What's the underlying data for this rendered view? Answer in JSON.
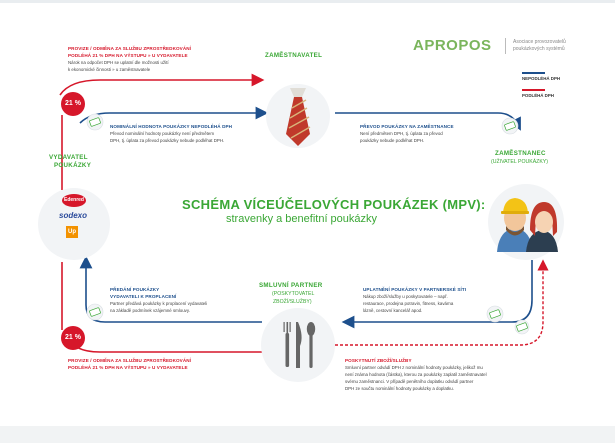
{
  "logo": {
    "name": "APROPOS",
    "subtitle_line1": "Asociace provozovatelů",
    "subtitle_line2": "poukázkových systémů"
  },
  "legend": {
    "net_label": "NEPODLÉHÁ DPH",
    "vat_label": "PODLÉHÁ DPH"
  },
  "title": {
    "main": "SCHÉMA VÍCEÚČELOVÝCH POUKÁZEK (MPV):",
    "sub": "stravenky a benefitní poukázky"
  },
  "nodes": {
    "employer": {
      "label": "ZAMĚSTNAVATEL"
    },
    "employee": {
      "label": "ZAMĚSTNANEC",
      "sub": "(UŽIVATEL POUKÁZKY)"
    },
    "issuer": {
      "label_line1": "VYDAVATEL",
      "label_line2": "POUKÁZKY"
    },
    "partner": {
      "label": "SMLUVNÍ PARTNER",
      "sub_line1": "(POSKYTOVATEL",
      "sub_line2": "ZBOŽÍ/SLUŽBY)"
    }
  },
  "brands": {
    "edenred": "Edenred",
    "sodexo": "sodexo",
    "up": "Up"
  },
  "badges": {
    "top": "21 %",
    "bottom": "21 %"
  },
  "texts": {
    "top_left": {
      "h1": "PROVIZE / ODMĚNA ZA SLUŽBU ZPROSTŘEDKOVÁNÍ",
      "h2": "PODLÉHÁ 21 % DPH NA VÝSTUPU » U VYDAVATELE",
      "b1": "Nárok na odpočet DPH se uplatní dle možnosti užití",
      "b2": "k ekonomické činnosti » u zaměstnavatele"
    },
    "mid_left": {
      "h1": "NOMINÁLNÍ HODNOTA POUKÁZKY NEPODLÉHÁ DPH",
      "b1": "Převod nominální hodnoty poukázky není předmětem",
      "b2": "DPH, tj. úplata za převod poukázky nebude podléhat DPH."
    },
    "mid_right": {
      "h1": "PŘEVOD POUKÁZKY NA ZAMĚSTNANCE",
      "b1": "Není předmětem DPH, tj. úplata za převod",
      "b2": "poukázky nebude podléhat DPH."
    },
    "low_left": {
      "h1": "PŘEDÁNÍ POUKÁZKY",
      "h2": "VYDAVATELI K PROPLACENÍ",
      "b1": "Partner předává poukázky k proplacení vydavateli",
      "b2": "na základě podmínek vzájemné smlouvy."
    },
    "low_right": {
      "h1": "UPLATNĚNÍ POUKÁZKY V PARTNERSKÉ SÍTI",
      "b1": "Nákup zboží/služby u poskytovatele – např.",
      "b2": "restaurace, prodejna potravin, fitness, kavárna",
      "b3": "lázně, cestovní kancelář apod."
    },
    "bottom_left": {
      "h1": "PROVIZE / ODMĚNA ZA SLUŽBU ZPROSTŘEDKOVÁNÍ",
      "h2": "PODLÉHÁ 21 % DPH NA VÝSTUPU » U VYDAVATELE"
    },
    "bottom_right": {
      "h1": "POSKYTNUTÍ ZBOŽÍ/SLUŽBY",
      "b1": "Smluvní partner odvádí DPH z nominální hodnoty poukázky, jelikož mu",
      "b2": "není známa hodnota (částka), kterou za poukázky zaplatil zaměstnavatel",
      "b3": "svému zaměstnanci. V případě penětního doplatku odvádí partner",
      "b4": "DPH ze součtu nominální hodnoty poukázky a doplatku."
    }
  },
  "colors": {
    "red": "#d6172a",
    "blue": "#1d4f8c",
    "green": "#3aa735",
    "circle": "#f2f4f6"
  },
  "icons": [
    "voucher-icon",
    "tie-icon",
    "fork-knife-spoon-icon",
    "people-icon"
  ]
}
